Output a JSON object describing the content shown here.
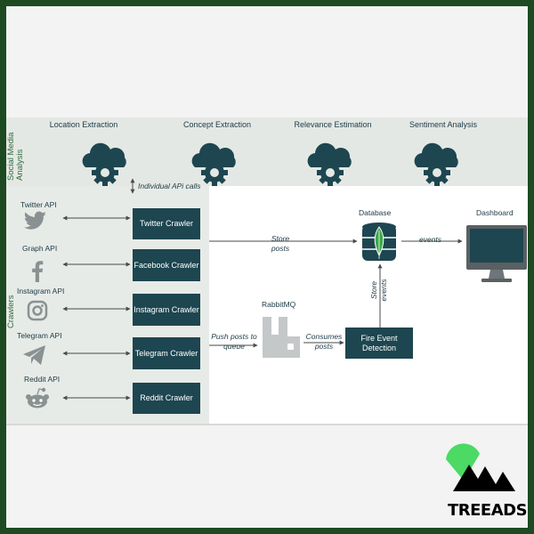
{
  "side_labels": {
    "social_media_analysis": "Social Media Analysis",
    "crawlers": "Crawlers"
  },
  "analysis_steps": [
    {
      "label": "Location Extraction",
      "icon": "cloud-gear-icon"
    },
    {
      "label": "Concept Extraction",
      "icon": "cloud-gear-icon"
    },
    {
      "label": "Relevance Estimation",
      "icon": "cloud-gear-icon"
    },
    {
      "label": "Sentiment Analysis",
      "icon": "cloud-gear-icon"
    }
  ],
  "individual_api_calls": "Individual APi calls",
  "sources": [
    {
      "api": "Twitter API",
      "icon": "twitter-icon",
      "crawler": "Twitter Crawler"
    },
    {
      "api": "Graph API",
      "icon": "facebook-icon",
      "crawler": "Facebook Crawler"
    },
    {
      "api": "Instagram API",
      "icon": "instagram-icon",
      "crawler": "Instagram Crawler"
    },
    {
      "api": "Telegram API",
      "icon": "telegram-icon",
      "crawler": "Telegram Crawler"
    },
    {
      "api": "Reddit API",
      "icon": "reddit-icon",
      "crawler": "Reddit Crawler"
    }
  ],
  "database": {
    "label": "Database",
    "icon": "mongodb-icon"
  },
  "dashboard": {
    "label": "Dashboard",
    "icon": "monitor-icon"
  },
  "rabbitmq": {
    "label": "RabbitMQ",
    "icon": "rabbitmq-icon"
  },
  "fire_event": "Fire Event Detection",
  "edges": {
    "store_posts": "Store posts",
    "events": "events",
    "store_events": "Store events",
    "push_posts": "Push posts to queue",
    "consumes_posts": "Consumes posts"
  },
  "logo": {
    "text": "TREEADS",
    "accent": "#4cd964"
  },
  "colors": {
    "frame": "#1e4a22",
    "box": "#1d4650",
    "icon": "#1d4650",
    "accent_green": "#2e6b3a"
  }
}
